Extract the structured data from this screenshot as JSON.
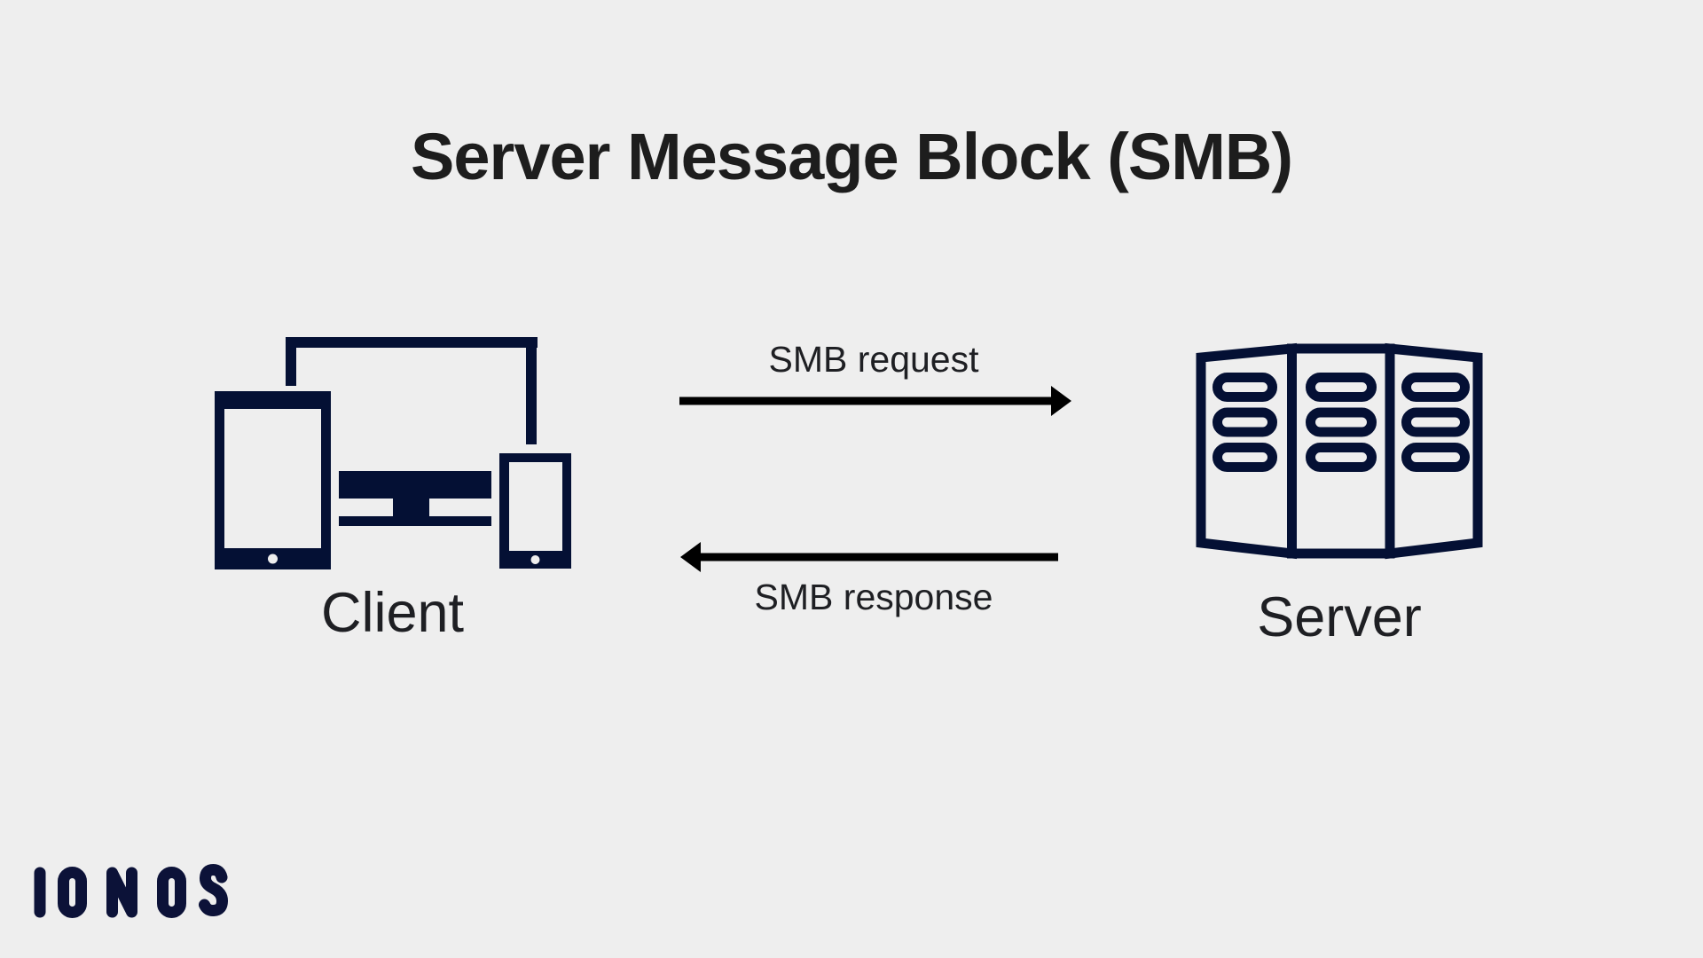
{
  "title": "Server Message Block (SMB)",
  "diagram": {
    "client": {
      "label": "Client"
    },
    "server": {
      "label": "Server"
    },
    "request": {
      "label": "SMB request"
    },
    "response": {
      "label": "SMB response"
    }
  },
  "branding": {
    "logo_text": "IONOS"
  },
  "colors": {
    "background": "#eeeeee",
    "icon_navy": "#041034",
    "logo_navy": "#0c1238",
    "arrow_color": "#000000",
    "title_color": "#1d1d1d",
    "label_color": "#1e1f23"
  }
}
